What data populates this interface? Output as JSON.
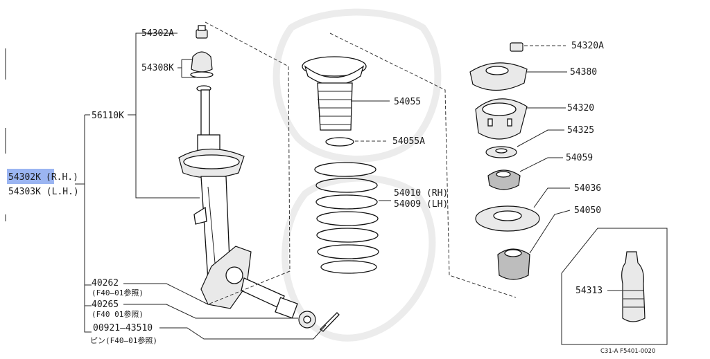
{
  "diagram": {
    "labels": {
      "p54302A": "54302A",
      "p54308K": "54308K",
      "p56110K": "56110K",
      "p54302K": "54302K",
      "p54302K_side": "(R.H.)",
      "p54303K": "54303K (L.H.)",
      "p40262": "40262",
      "p40262_ref": "(F40—01参照)",
      "p40265": "40265",
      "p40265_ref": "(F40  01参照)",
      "p00921": "00921—43510",
      "p00921_ref": "ピン(F40—01参照)",
      "p54055": "54055",
      "p54055A": "54055A",
      "p54010": "54010 (RH)",
      "p54009": "54009 (LH)",
      "p54320A": "54320A",
      "p54380": "54380",
      "p54320": "54320",
      "p54325": "54325",
      "p54059": "54059",
      "p54036": "54036",
      "p54050": "54050",
      "p54313": "54313",
      "ref_code": "C31-A F5401-0020"
    },
    "highlight_color": "#8aa8f0"
  }
}
